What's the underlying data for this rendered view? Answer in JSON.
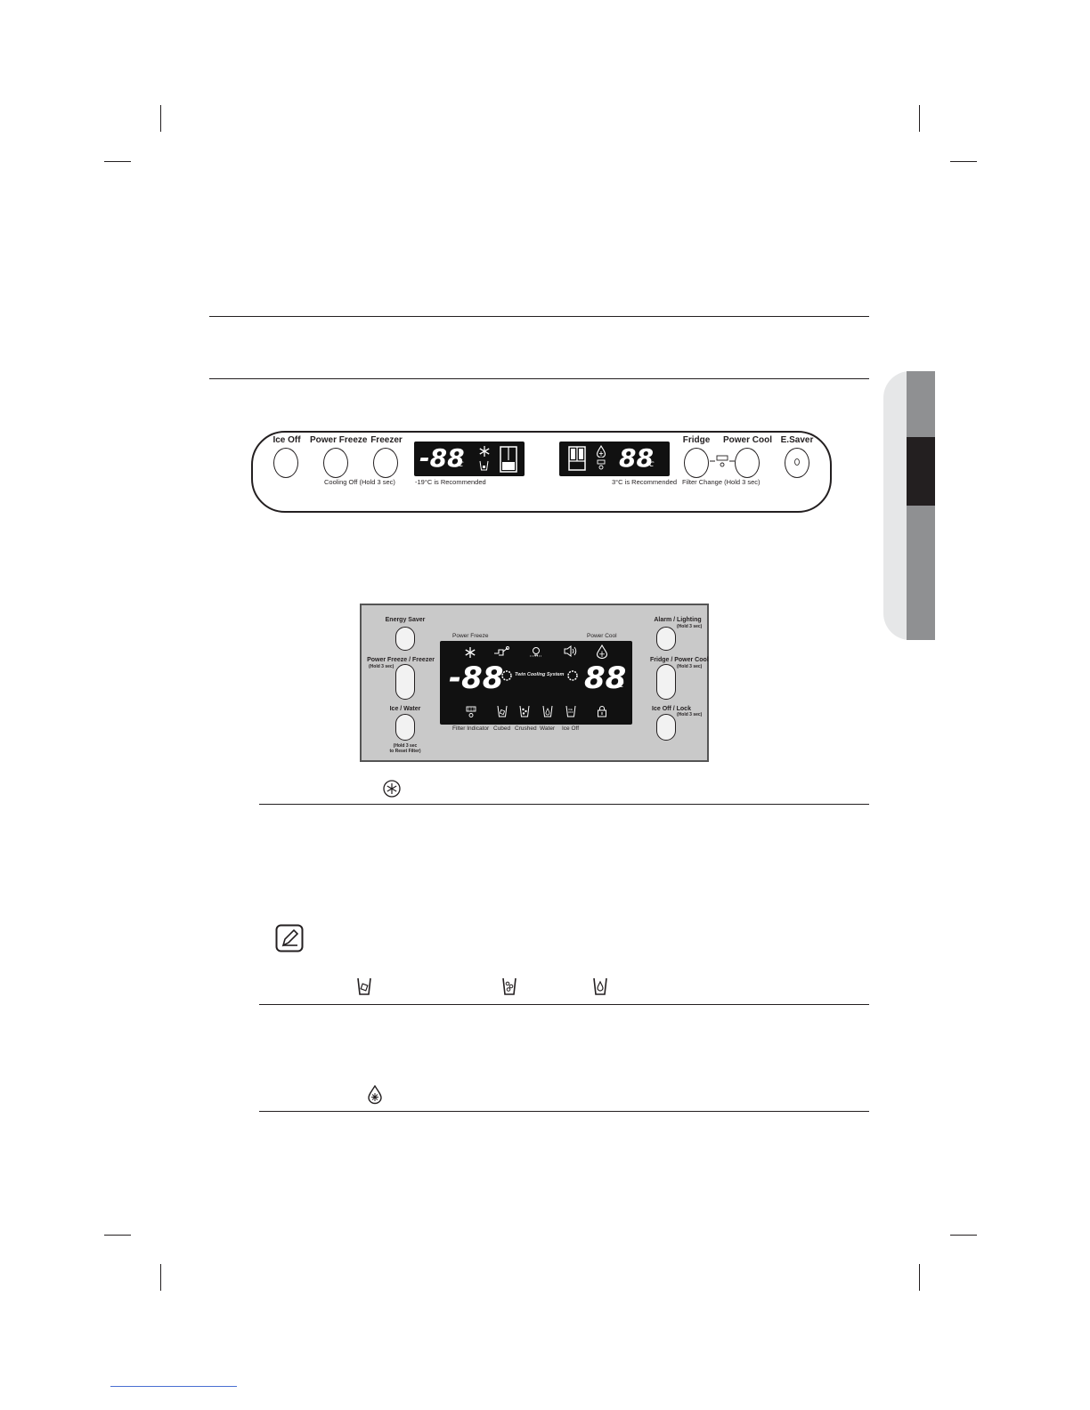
{
  "panel1": {
    "buttons": {
      "ice_off": "Ice Off",
      "power_freeze": "Power Freeze",
      "freezer": "Freezer",
      "fridge": "Fridge",
      "power_cool": "Power Cool",
      "e_saver": "E.Saver"
    },
    "sub_labels": {
      "cooling_off": "Cooling Off (Hold 3 sec)",
      "freezer_rec": "-19°C is Recommended",
      "fridge_rec": "3°C is Recommended",
      "filter_change": "Filter Change (Hold 3 sec)"
    },
    "freezer_display": "-88",
    "fridge_display": "88",
    "unit": "c"
  },
  "panel2": {
    "left_buttons": {
      "energy_saver": "Energy Saver",
      "power_freeze_freezer": "Power Freeze / Freezer",
      "power_freeze_hold": "(Hold 3 sec)",
      "ice_water": "Ice / Water",
      "ice_water_hold": "(Hold 3 sec\nto Reset Filter)"
    },
    "right_buttons": {
      "alarm_lighting": "Alarm  /  Lighting",
      "alarm_hold": "(Hold 3 sec)",
      "fridge_power_cool": "Fridge / Power Cool",
      "fridge_hold": "(Hold 3 sec)",
      "ice_off_lock": "Ice Off  /  Lock",
      "ice_off_hold": "(Hold 3 sec)"
    },
    "lcd": {
      "power_freeze": "Power Freeze",
      "power_cool": "Power Cool",
      "freezer_temp": "-88",
      "fridge_temp": "88",
      "unit": "c",
      "twin_cooling": "Twin Cooling System",
      "ice_off_icon_text": "ICE OFF"
    },
    "bottom_labels": {
      "filter_indicator": "Filter Indicator",
      "cubed": "Cubed",
      "crushed": "Crushed",
      "water": "Water",
      "ice_off": "Ice Off"
    }
  },
  "colors": {
    "ink": "#231f20",
    "tab_gray": "#8f9092",
    "tab_light": "#e6e7e8",
    "panel_gray": "#c9c9c9",
    "lcd_black": "#111111"
  }
}
